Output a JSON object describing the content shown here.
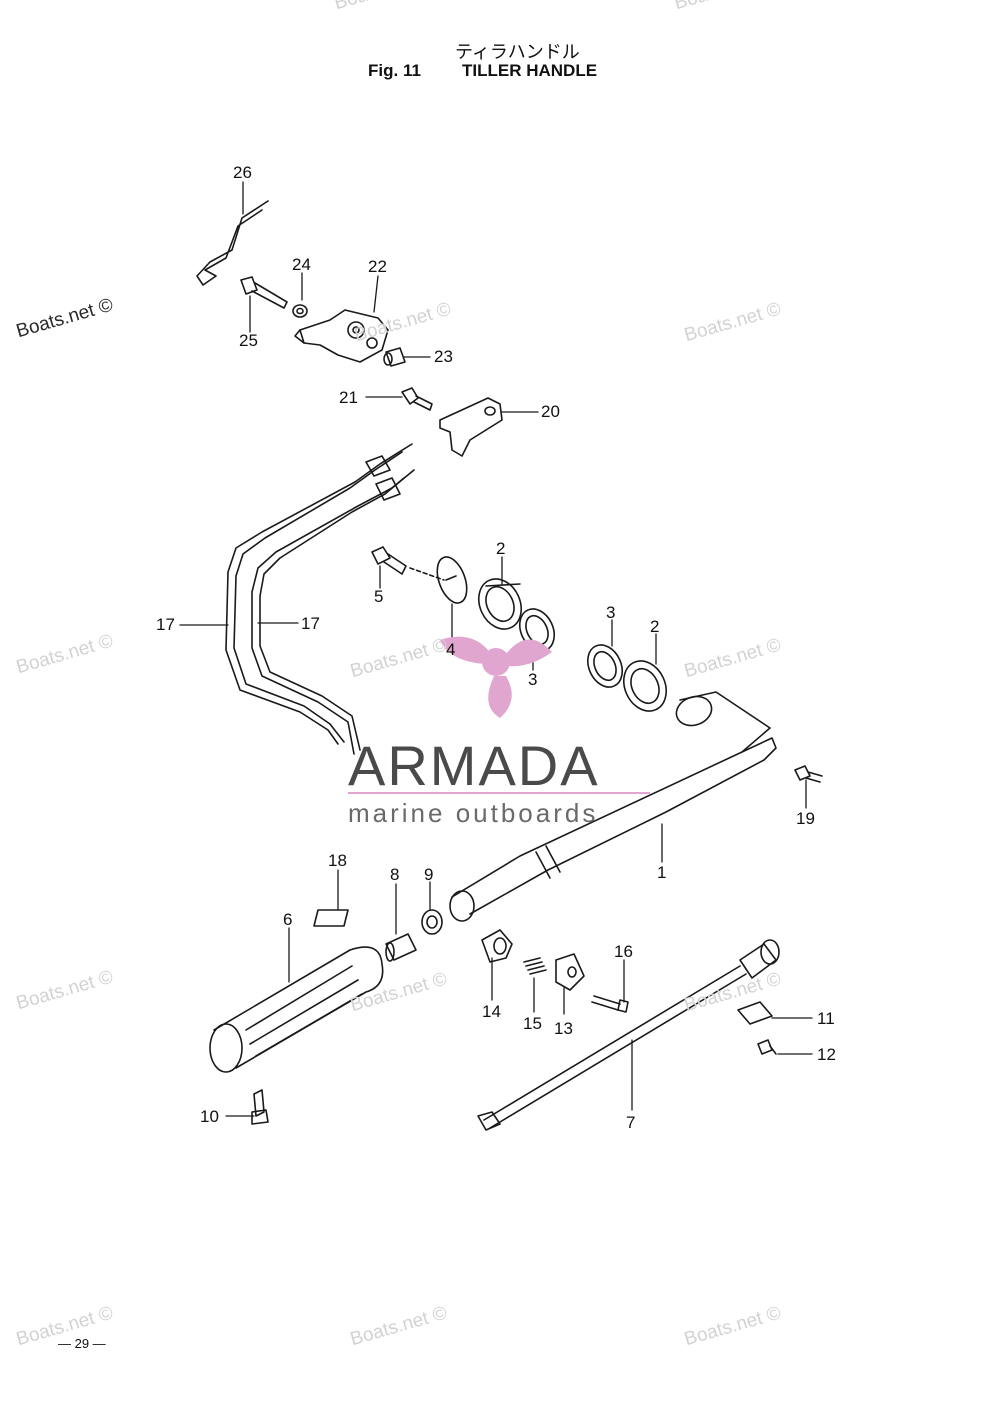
{
  "header": {
    "title_jp": "ティラハンドル",
    "fig_label": "Fig. 11",
    "title": "TILLER HANDLE"
  },
  "page_number": "— 29 —",
  "watermark": {
    "text": "Boats.net ©"
  },
  "brand": {
    "name": "ARMADA",
    "tagline": "marine outboards",
    "accent_color": "#e0a6cf"
  },
  "callouts": [
    "26",
    "24",
    "22",
    "25",
    "23",
    "21",
    "20",
    "2",
    "5",
    "17",
    "17",
    "4",
    "3",
    "3",
    "2",
    "19",
    "1",
    "18",
    "8",
    "9",
    "6",
    "16",
    "14",
    "15",
    "13",
    "11",
    "12",
    "10",
    "7"
  ]
}
